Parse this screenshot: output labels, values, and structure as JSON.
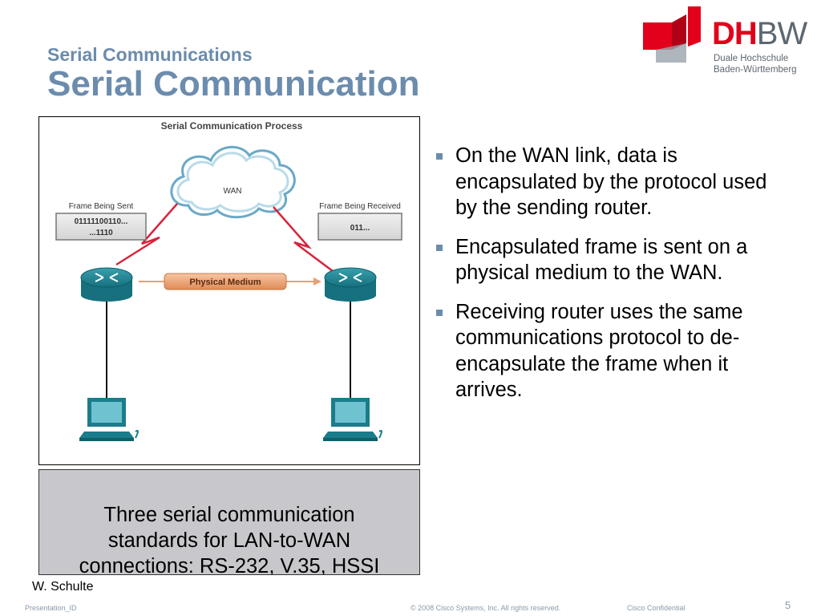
{
  "slide": {
    "subtitle": "Serial Communications",
    "title": "Serial Communication"
  },
  "logo": {
    "dh": "DH",
    "bw": "BW",
    "line1": "Duale Hochschule",
    "line2": "Baden-Württemberg",
    "colors": {
      "red": "#e2001a",
      "grey": "#5d6770"
    }
  },
  "figure": {
    "title": "Serial Communication Process",
    "cloud_label": "WAN",
    "sent_label": "Frame Being Sent",
    "sent_bits_line1": "01111100110...",
    "sent_bits_line2": "...1110",
    "received_label": "Frame Being Received",
    "received_bits": "011...",
    "medium_label": "Physical Medium"
  },
  "bullets": [
    "On the WAN link, data is encapsulated by the protocol used by the sending router.",
    "Encapsulated frame is sent on a physical medium to the WAN.",
    "Receiving router uses the same communications protocol to de-encapsulate the frame when it arrives."
  ],
  "note": {
    "line1": "Three serial communication",
    "line2": "standards for LAN-to-WAN",
    "line3": "connections: RS-232, V.35, HSSI"
  },
  "author": "W. Schulte",
  "footer": {
    "presentation_id": "Presentation_ID",
    "copyright": "© 2008 Cisco Systems, Inc. All rights reserved.",
    "confidential": "Cisco Confidential",
    "page": "5"
  },
  "colors": {
    "accent": "#6b8cad",
    "router": "#1b7c8c",
    "medium": "#e8a070",
    "bolt": "#d8243c"
  }
}
